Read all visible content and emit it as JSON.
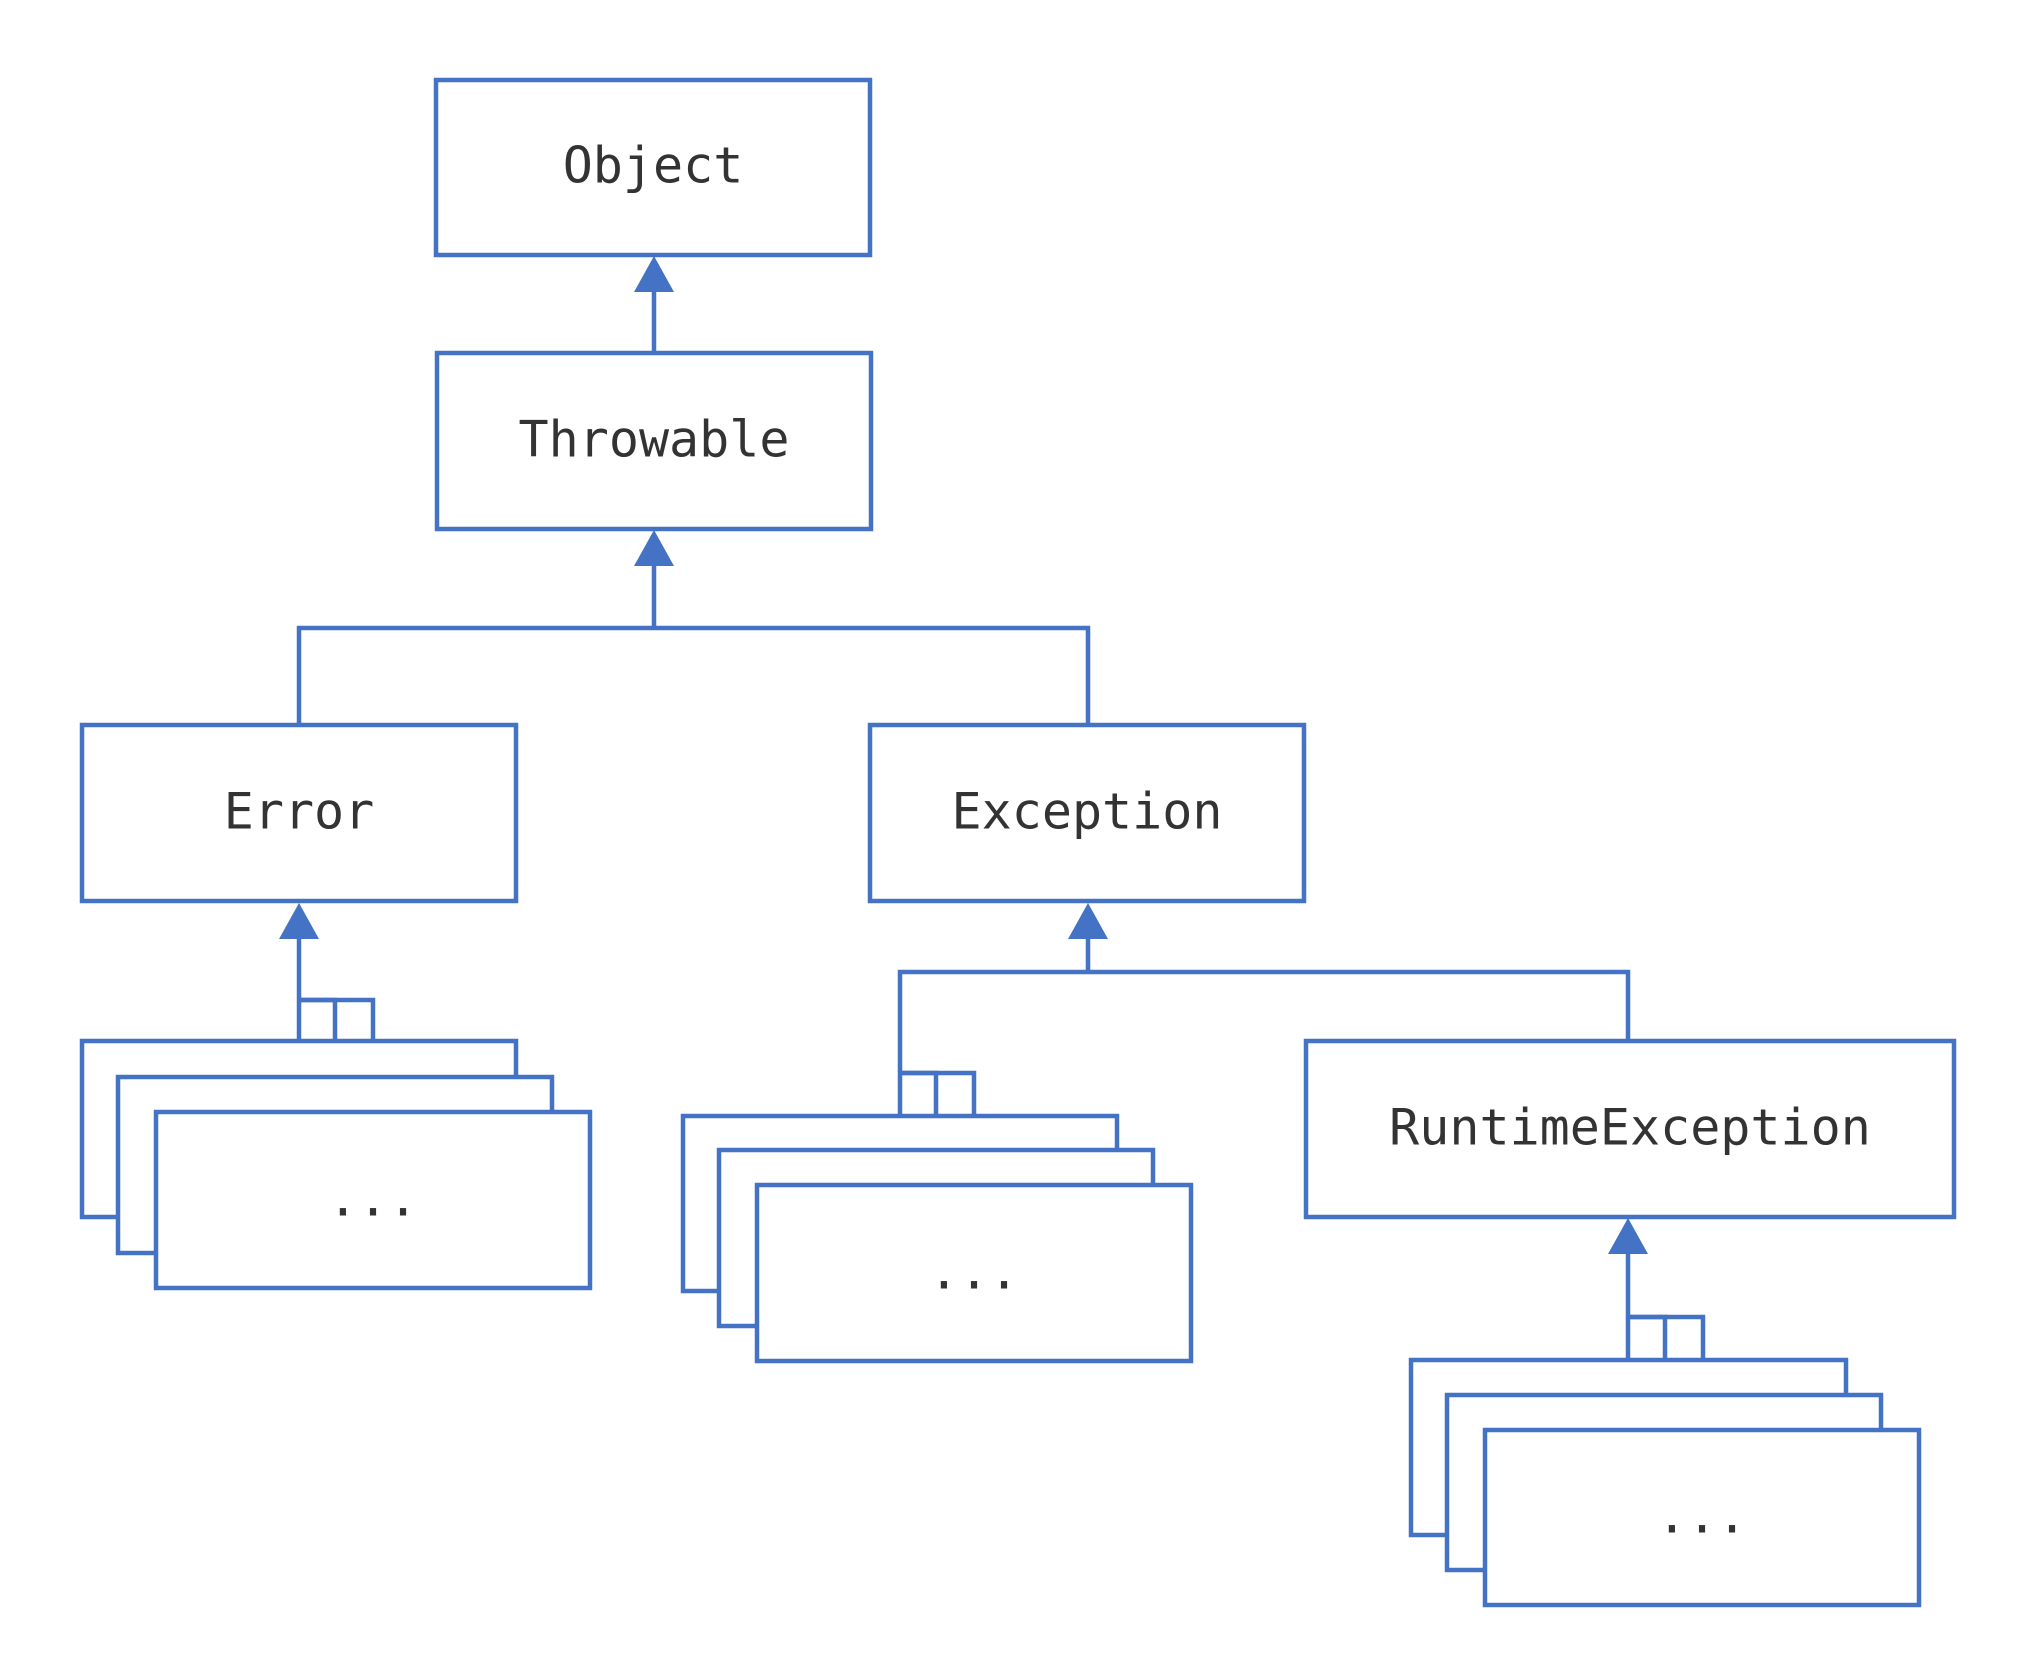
{
  "diagram": {
    "accent_color": "#4472c4",
    "text_color": "#333333",
    "background_color": "#ffffff",
    "nodes": {
      "object": "Object",
      "throwable": "Throwable",
      "error": "Error",
      "exception": "Exception",
      "runtime_exception": "RuntimeException",
      "error_subclasses": "...",
      "exception_subclasses": "...",
      "runtime_subclasses": "..."
    },
    "edges": [
      {
        "from": "Throwable",
        "to": "Object",
        "style": "inheritance-arrow"
      },
      {
        "from": "Error",
        "to": "Throwable",
        "style": "inheritance-arrow"
      },
      {
        "from": "Exception",
        "to": "Throwable",
        "style": "inheritance-arrow"
      },
      {
        "from": "...",
        "to": "Error",
        "style": "inheritance-arrow"
      },
      {
        "from": "...",
        "to": "Exception",
        "style": "inheritance-arrow"
      },
      {
        "from": "RuntimeException",
        "to": "Exception",
        "style": "inheritance-arrow"
      },
      {
        "from": "...",
        "to": "RuntimeException",
        "style": "inheritance-arrow"
      }
    ]
  }
}
